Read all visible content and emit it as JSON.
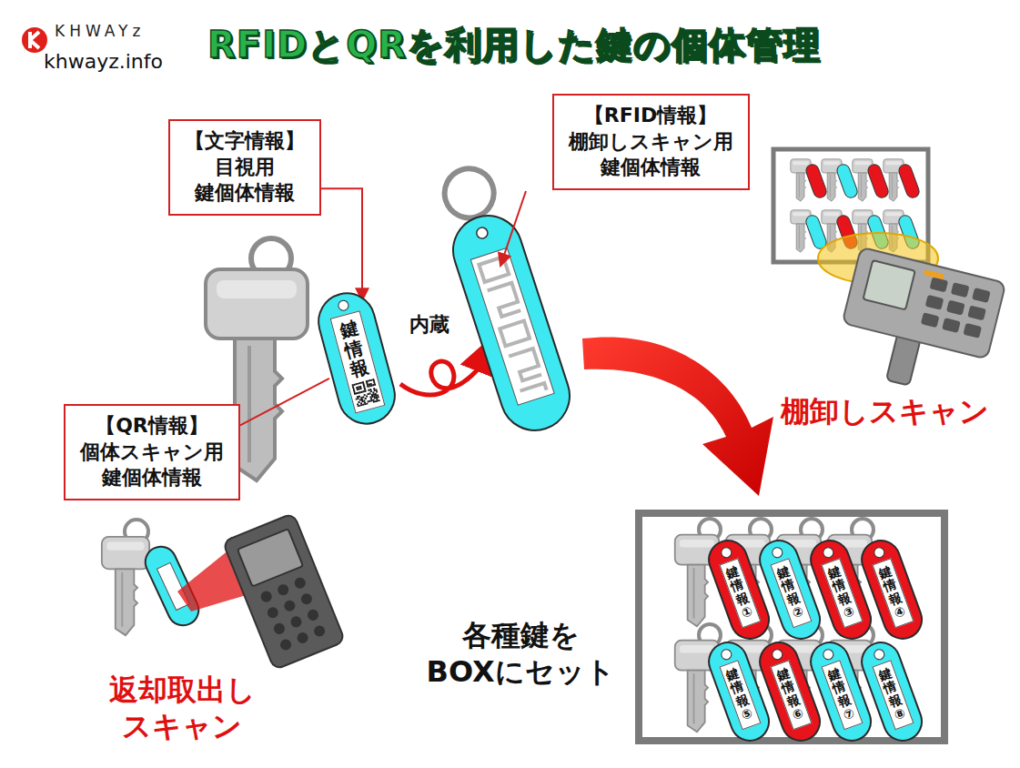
{
  "diagram": {
    "title": "RFIDとQRを利用した鍵の個体管理",
    "nodes": [
      {
        "text": [
          "【文字情報】 目視用 鍵個体情報"
        ]
      },
      {
        "text": [
          "【RFID情報】 棚卸しスキャン用 鍵個体情報"
        ]
      },
      {
        "text": [
          "鍵情報"
        ]
      },
      {
        "text": [
          "【QR情報】 個体スキャン用 鍵個体情報"
        ]
      },
      {
        "text": [
          "鍵情報①"
        ]
      },
      {
        "text": [
          "鍵情報②"
        ]
      },
      {
        "text": [
          "鍵情報③"
        ]
      },
      {
        "text": [
          "鍵情報④"
        ]
      },
      {
        "text": [
          "鍵情報⑤"
        ]
      },
      {
        "text": [
          "鍵情報⑥"
        ]
      },
      {
        "text": [
          "鍵情報⑦"
        ]
      },
      {
        "text": [
          "鍵情報⑧"
        ]
      }
    ],
    "edges": [
      {
        "from": 0,
        "to": 2,
        "arrow": "to"
      },
      {
        "from": 3,
        "to": 2,
        "arrow": "none"
      }
    ],
    "labels": [
      "KHWAYz",
      "khwayz.info",
      "内蔵",
      "棚卸しスキャン",
      "返却取出し スキャン",
      "各種鍵を BOXにセット"
    ]
  }
}
